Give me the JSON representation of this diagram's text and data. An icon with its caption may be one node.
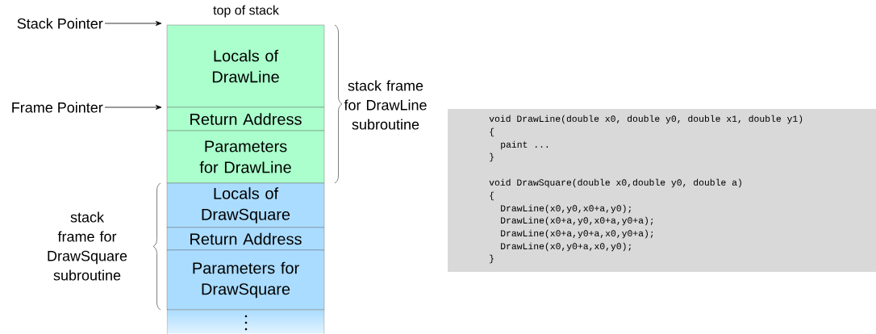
{
  "diagram": {
    "nodes": [
      {
        "text": [
          "Stack Pointer"
        ]
      },
      {
        "text": [
          "Frame Pointer"
        ]
      },
      {
        "text": [
          "Locals of DrawLine"
        ]
      },
      {
        "text": [
          "Return Address"
        ]
      },
      {
        "text": [
          "Parameters for DrawLine"
        ]
      },
      {
        "text": [
          "Locals of DrawSquare"
        ]
      },
      {
        "text": [
          "Return Address"
        ]
      },
      {
        "text": [
          "Parameters for DrawSquare"
        ]
      },
      {
        "text": [],
        "shape": "box"
      },
      {
        "text": [
          "void DrawLine(double x0, double y0, double x1, double y1)",
          "{",
          "paint ...",
          "}",
          "void DrawSquare(double x0,double y0, double a)",
          "{",
          "DrawLine(x0,y0,x0+a,y0);",
          "DrawLine(x0+a,y0,x0+a,y0+a);",
          "DrawLine(x0+a,y0+a,x0,y0+a);",
          "DrawLine(x0,y0+a,x0,y0);",
          "}"
        ]
      }
    ],
    "edges": [
      {
        "from": 0,
        "to": 2,
        "arrow": "to"
      },
      {
        "from": 1,
        "to": 3,
        "arrow": "to"
      }
    ],
    "labels": [
      "top of stack",
      "stack frame for DrawLine subroutine",
      "stack frame for DrawSquare subroutine"
    ]
  }
}
